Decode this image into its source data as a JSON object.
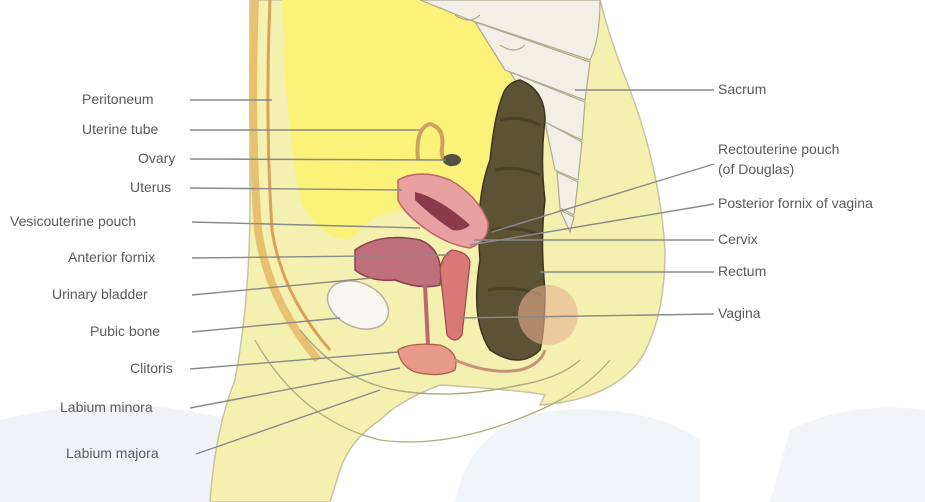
{
  "labels_left": [
    {
      "id": "peritoneum",
      "text": "Peritoneum"
    },
    {
      "id": "uterine-tube",
      "text": "Uterine tube"
    },
    {
      "id": "ovary",
      "text": "Ovary"
    },
    {
      "id": "uterus",
      "text": "Uterus"
    },
    {
      "id": "vesicouterine-pouch",
      "text": "Vesicouterine pouch"
    },
    {
      "id": "anterior-fornix",
      "text": "Anterior fornix"
    },
    {
      "id": "urinary-bladder",
      "text": "Urinary bladder"
    },
    {
      "id": "pubic-bone",
      "text": "Pubic bone"
    },
    {
      "id": "clitoris",
      "text": "Clitoris"
    },
    {
      "id": "labium-minora",
      "text": "Labium minora"
    },
    {
      "id": "labium-majora",
      "text": "Labium majora"
    }
  ],
  "labels_right": [
    {
      "id": "sacrum",
      "text": "Sacrum"
    },
    {
      "id": "rectouterine-pouch",
      "text": "Rectouterine pouch"
    },
    {
      "id": "rectouterine-pouch-sub",
      "text": "(of Douglas)"
    },
    {
      "id": "posterior-fornix",
      "text": "Posterior fornix of vagina"
    },
    {
      "id": "cervix",
      "text": "Cervix"
    },
    {
      "id": "rectum",
      "text": "Rectum"
    },
    {
      "id": "vagina",
      "text": "Vagina"
    }
  ],
  "colors": {
    "skin": "#f4f0b0",
    "abdomen": "#fbf27a",
    "uterus": "#e9a0a0",
    "bladder": "#c0707a",
    "rectum": "#5c5236",
    "bone": "#f2f0e6",
    "leader": "#8a8a8a"
  }
}
